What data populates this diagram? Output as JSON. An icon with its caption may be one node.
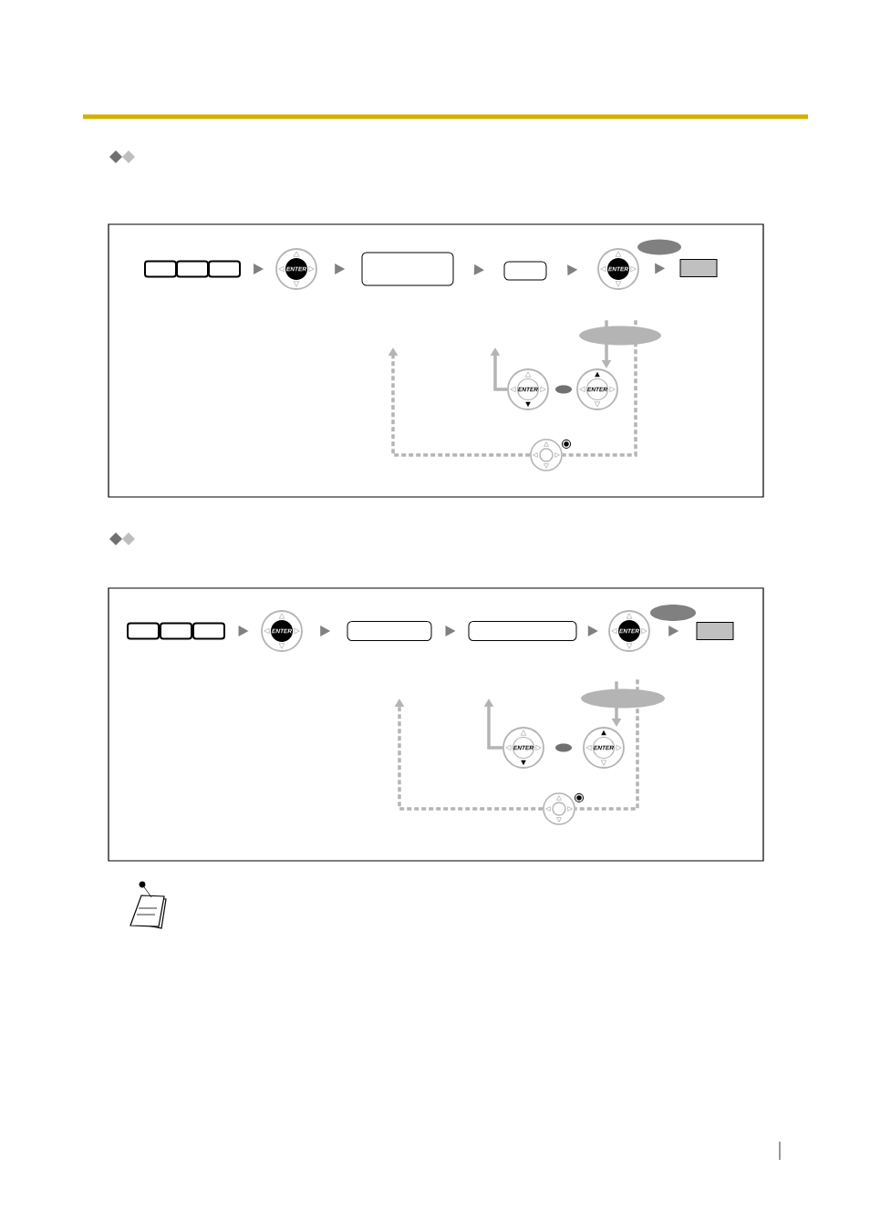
{
  "diagram": {
    "nodes": [
      {
        "text": [],
        "shape": "box"
      },
      {
        "text": [],
        "shape": "box"
      },
      {
        "text": [],
        "shape": "box"
      },
      {
        "text": [
          "ENTER"
        ]
      },
      {
        "text": [],
        "shape": "box"
      },
      {
        "text": [],
        "shape": "box"
      },
      {
        "text": [
          "ENTER"
        ]
      },
      {
        "text": [],
        "shape": "ellipse"
      },
      {
        "text": [],
        "shape": "box"
      },
      {
        "text": [],
        "shape": "ellipse"
      },
      {
        "text": [
          "ENTER"
        ]
      },
      {
        "text": [],
        "shape": "ellipse"
      },
      {
        "text": [
          "ENTER"
        ]
      },
      {
        "text": [],
        "shape": "circle"
      },
      {
        "text": [],
        "shape": "box"
      },
      {
        "text": [],
        "shape": "box"
      },
      {
        "text": [],
        "shape": "box"
      },
      {
        "text": [
          "ENTER"
        ]
      },
      {
        "text": [],
        "shape": "box"
      },
      {
        "text": [],
        "shape": "box"
      },
      {
        "text": [
          "ENTER"
        ]
      },
      {
        "text": [],
        "shape": "ellipse"
      },
      {
        "text": [],
        "shape": "box"
      },
      {
        "text": [],
        "shape": "ellipse"
      },
      {
        "text": [
          "ENTER"
        ]
      },
      {
        "text": [],
        "shape": "ellipse"
      },
      {
        "text": [
          "ENTER"
        ]
      },
      {
        "text": [],
        "shape": "circle"
      }
    ],
    "edges": [
      {
        "from": 2,
        "to": 3,
        "arrow": "to"
      },
      {
        "from": 3,
        "to": 4,
        "arrow": "to"
      },
      {
        "from": 4,
        "to": 5,
        "arrow": "to"
      },
      {
        "from": 5,
        "to": 6,
        "arrow": "to"
      },
      {
        "from": 6,
        "to": 8,
        "arrow": "to"
      },
      {
        "from": 9,
        "to": 12,
        "arrow": "to",
        "color": "#b4b4b4"
      },
      {
        "from": 10,
        "to": null,
        "arrow": "to",
        "color": "#b4b4b4"
      },
      {
        "from": 13,
        "to": null,
        "arrow": "to",
        "style": "dashed",
        "color": "#b4b4b4"
      },
      {
        "from": 9,
        "to": 13,
        "arrow": "none",
        "style": "dashed",
        "color": "#b4b4b4"
      },
      {
        "from": 16,
        "to": 17,
        "arrow": "to"
      },
      {
        "from": 17,
        "to": 18,
        "arrow": "to"
      },
      {
        "from": 18,
        "to": 19,
        "arrow": "to"
      },
      {
        "from": 19,
        "to": 20,
        "arrow": "to"
      },
      {
        "from": 20,
        "to": 22,
        "arrow": "to"
      },
      {
        "from": 23,
        "to": 26,
        "arrow": "to",
        "color": "#b4b4b4"
      },
      {
        "from": 24,
        "to": null,
        "arrow": "to",
        "color": "#b4b4b4"
      },
      {
        "from": 27,
        "to": null,
        "arrow": "to",
        "style": "dashed",
        "color": "#b4b4b4"
      },
      {
        "from": 23,
        "to": 27,
        "arrow": "none",
        "style": "dashed",
        "color": "#b4b4b4"
      }
    ]
  }
}
